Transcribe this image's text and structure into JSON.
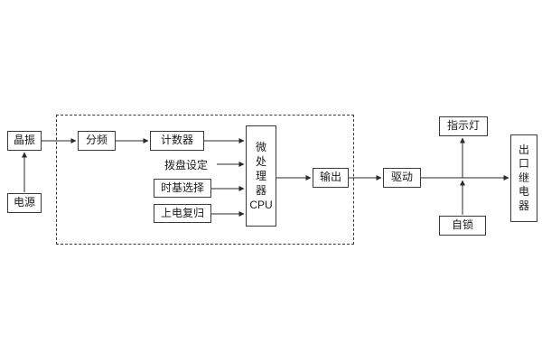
{
  "diagram": {
    "title": "relay-timer-block-diagram",
    "blocks": {
      "crystal": "晶振",
      "power": "电源",
      "divider": "分频",
      "counter": "计数器",
      "dial_setting": "拨盘设定",
      "timebase": "时基选择",
      "power_on_reset": "上电复归",
      "cpu": "微\n处\n理\n器\nCPU",
      "output": "输出",
      "drive": "驱动",
      "indicator_lamp": "指示灯",
      "self_lock": "自锁",
      "outlet_relay": "出\n口\n继\n电\n器"
    },
    "colors": {
      "line": "#2a2a2a",
      "box_border": "#3a3a3a",
      "background": "#ffffff",
      "text": "#1a1a1a"
    }
  }
}
